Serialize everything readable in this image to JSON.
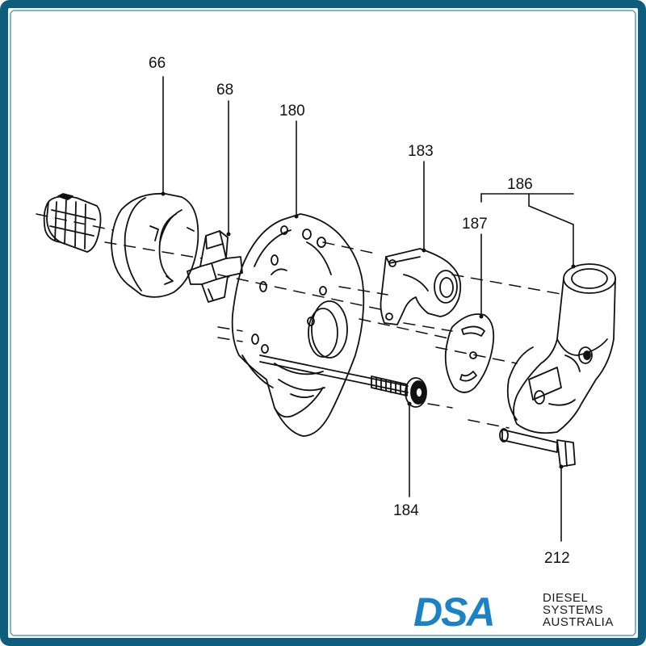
{
  "callouts": [
    {
      "id": "66",
      "label": "66"
    },
    {
      "id": "68",
      "label": "68"
    },
    {
      "id": "180",
      "label": "180"
    },
    {
      "id": "183",
      "label": "183"
    },
    {
      "id": "186",
      "label": "186"
    },
    {
      "id": "187",
      "label": "187"
    },
    {
      "id": "184",
      "label": "184"
    },
    {
      "id": "212",
      "label": "212"
    }
  ],
  "logo": {
    "mark": "DSA",
    "line1": "DIESEL",
    "line2": "SYSTEMS",
    "line3": "AUSTRALIA",
    "color": "#1b82c6"
  },
  "colors": {
    "frame": "#0e5d7e",
    "ink": "#111111"
  }
}
